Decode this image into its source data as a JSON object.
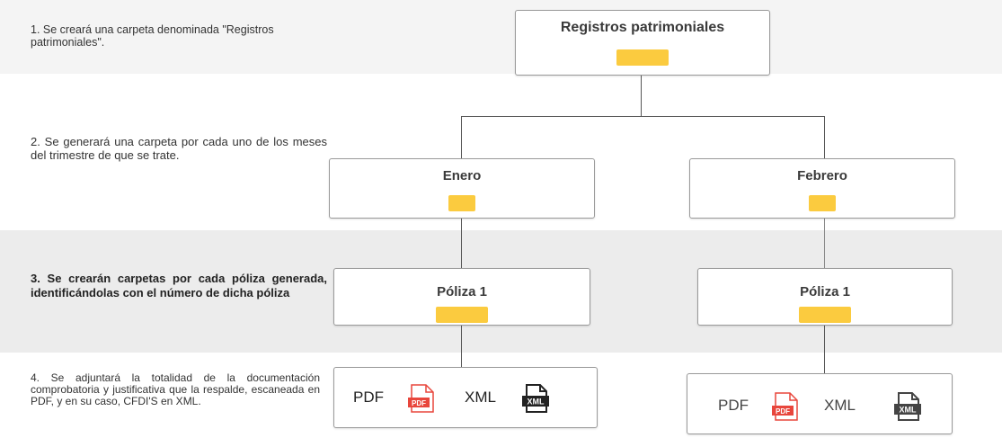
{
  "steps": [
    {
      "id": 1,
      "text": "1. Se creará una carpeta denominada \"Registros patrimoniales\"."
    },
    {
      "id": 2,
      "text": "2. Se generará una carpeta por cada uno de los meses del trimestre de que se trate."
    },
    {
      "id": 3,
      "text": "3. Se crearán carpetas por cada póliza generada, identificándolas con el número de dicha póliza"
    },
    {
      "id": 4,
      "text": "4. Se adjuntará la totalidad de la documentación comprobatoria y justificativa que la respalde, escaneada en PDF, y en su caso, CFDI'S en XML."
    }
  ],
  "nodes": {
    "root": "Registros patrimoniales",
    "month_left": "Enero",
    "month_right": "Febrero",
    "poliza_left": "Póliza 1",
    "poliza_right": "Póliza 1"
  },
  "files": {
    "pdf_label": "PDF",
    "xml_label": "XML",
    "pdf_icon_text": "PDF",
    "xml_icon_text": "XML"
  },
  "colors": {
    "folder": "#fbcb3f",
    "pdf_red": "#e8463c",
    "band_light": "#f4f4f4",
    "band_dark": "#ececec"
  }
}
